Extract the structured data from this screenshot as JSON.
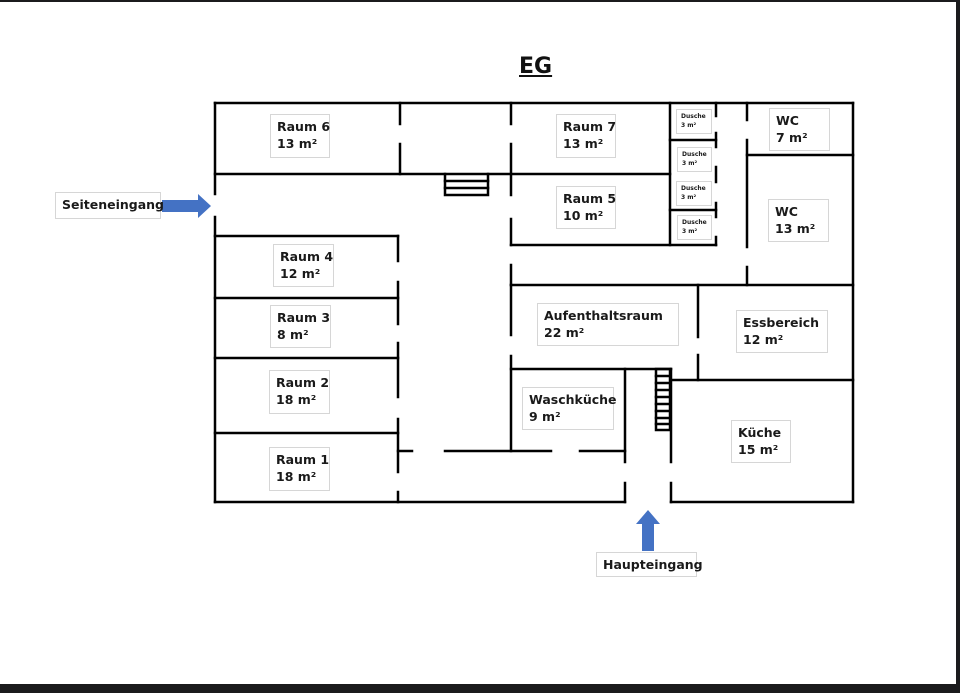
{
  "title": "EG",
  "colors": {
    "wall": "#000000",
    "arrow": "#4472c4",
    "label_border": "#d6d6d6"
  },
  "rooms": [
    {
      "name": "Raum 6",
      "area": "13 m²"
    },
    {
      "name": "Raum 7",
      "area": "13 m²"
    },
    {
      "name": "Raum 5",
      "area": "10 m²"
    },
    {
      "name": "Raum 4",
      "area": "12 m²"
    },
    {
      "name": "Raum 3",
      "area": "8 m²"
    },
    {
      "name": "Raum 2",
      "area": "18 m²"
    },
    {
      "name": "Raum 1",
      "area": "18 m²"
    },
    {
      "name": "WC",
      "area": "7 m²"
    },
    {
      "name": "WC",
      "area": "13 m²"
    },
    {
      "name": "Aufenthaltsraum",
      "area": "22 m²"
    },
    {
      "name": "Essbereich",
      "area": "12 m²"
    },
    {
      "name": "Waschküche",
      "area": "9 m²"
    },
    {
      "name": "Küche",
      "area": "15 m²"
    }
  ],
  "showers": [
    {
      "name": "Dusche",
      "area": "3 m²"
    },
    {
      "name": "Dusche",
      "area": "3 m²"
    },
    {
      "name": "Dusche",
      "area": "3 m²"
    },
    {
      "name": "Dusche",
      "area": "3 m²"
    }
  ],
  "entrances": {
    "side": "Seiteneingang",
    "main": "Haupteingang"
  }
}
